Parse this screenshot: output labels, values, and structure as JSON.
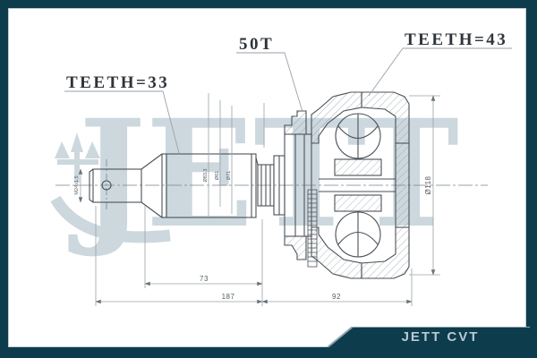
{
  "brand": {
    "watermark_text": "JETT",
    "footer_text": "JETT CVT"
  },
  "callouts": {
    "left_teeth": "TEETH=33",
    "center_teeth": "50T",
    "right_teeth": "TEETH=43"
  },
  "dimensions": {
    "outer_diameter": "Ø118",
    "overall_length": "187",
    "shaft_length": "73",
    "joint_length": "92",
    "shaft_thread": "M24x1.5",
    "shaft_dia_major": "Ø83.3",
    "shaft_dia_mid": "Ø61",
    "shaft_dia_minor": "Ø71"
  },
  "colors": {
    "frame": "#0d3c4d",
    "watermark": "#ccd8de",
    "linework": "#4b5258",
    "dimension_lines": "#9aa2a8"
  }
}
